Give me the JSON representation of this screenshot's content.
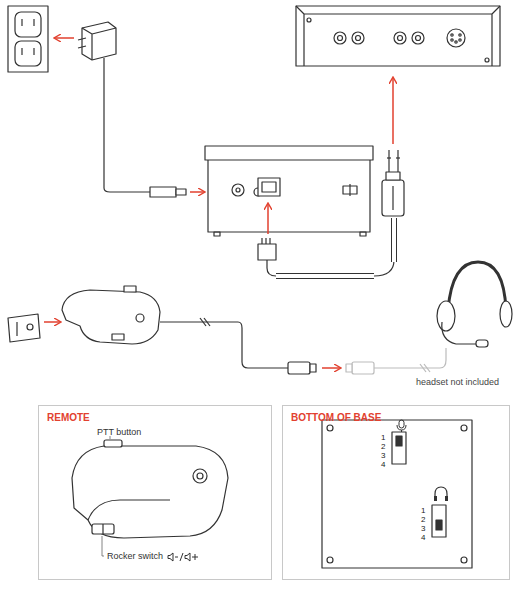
{
  "diagram": {
    "nodes": [
      {
        "text": [
          "REMOTE",
          "PTT button",
          "Rocker switch"
        ]
      },
      {
        "text": [
          "BOTTOM OF BASE"
        ]
      }
    ],
    "labels": [
      "headset not included",
      "1",
      "2",
      "3",
      "4",
      "1",
      "2",
      "3",
      "4"
    ]
  }
}
